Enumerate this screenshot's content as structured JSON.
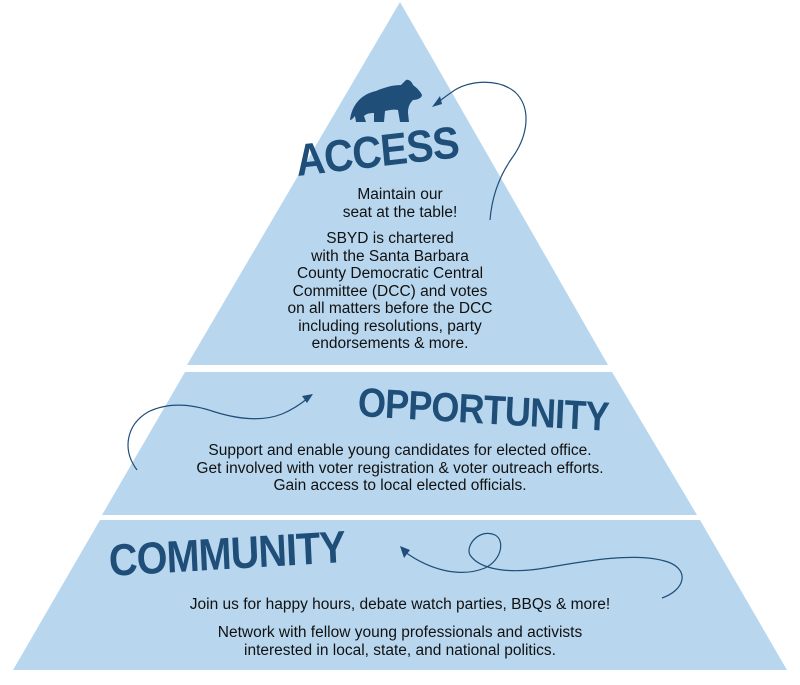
{
  "colors": {
    "fill": "#b8d7ee",
    "title": "#1f4e79",
    "text": "#111111",
    "divider": "#ffffff"
  },
  "access": {
    "title": "ACCESS",
    "tagline": "Maintain our\nseat at the table!",
    "body": "SBYD is chartered\nwith the Santa Barbara\nCounty Democratic Central\nCommittee (DCC) and votes\non all matters before the DCC\nincluding resolutions, party\nendorsements & more.",
    "icon": "bear-icon"
  },
  "opportunity": {
    "title": "OPPORTUNITY",
    "body": "Support and enable young candidates for elected office.\nGet involved with voter registration & voter outreach efforts.\nGain access to local elected officials."
  },
  "community": {
    "title": "COMMUNITY",
    "body1": "Join us for happy hours, debate watch parties, BBQs & more!",
    "body2": "Network with fellow young professionals and activists\ninterested in local, state, and national politics."
  }
}
